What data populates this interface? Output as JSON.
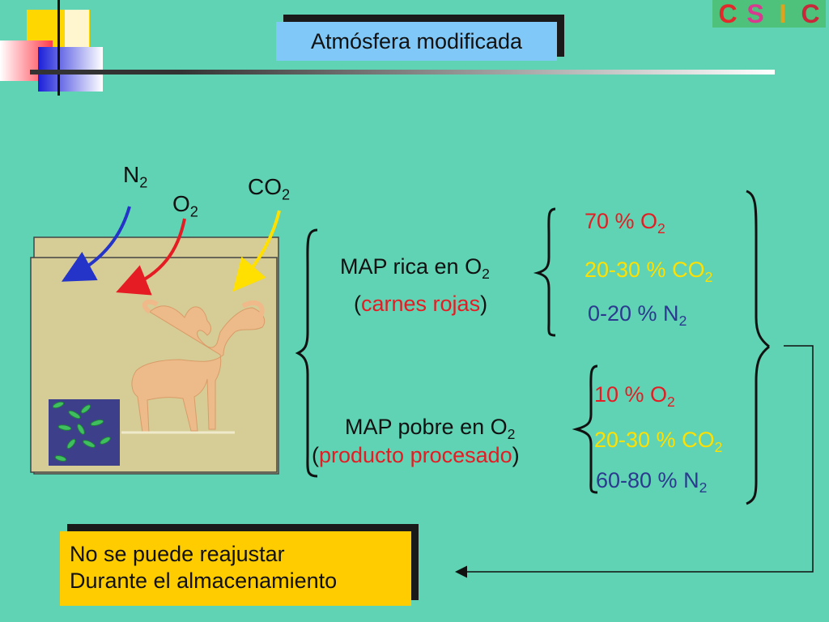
{
  "title": "Atmósfera modificada",
  "gases": {
    "n2": {
      "base": "N",
      "sub": "2"
    },
    "o2": {
      "base": "O",
      "sub": "2"
    },
    "co2": {
      "base": "CO",
      "sub": "2"
    }
  },
  "map_rica": {
    "label_base": "MAP rica en O",
    "label_sub": "2",
    "paren_open": "(",
    "paren_text": "carnes rojas",
    "paren_close": ")",
    "o2": {
      "base": "70 % O",
      "sub": "2"
    },
    "co2": {
      "base": "20-30 % CO",
      "sub": "2"
    },
    "n2": {
      "base": "0-20 % N",
      "sub": "2"
    }
  },
  "map_pobre": {
    "label_base": "MAP pobre en O",
    "label_sub": "2",
    "paren_open": "(",
    "paren_text": "producto procesado",
    "paren_close": ")",
    "o2": {
      "base": "10 % O",
      "sub": "2"
    },
    "co2": {
      "base": "20-30 % CO",
      "sub": "2"
    },
    "n2": {
      "base": "60-80 % N",
      "sub": "2"
    }
  },
  "note": {
    "line1": "No se puede reajustar",
    "line2": "Durante el almacenamiento"
  },
  "logo": [
    "C",
    "S",
    "I",
    "C"
  ],
  "colors": {
    "background": "#5fd3b3",
    "title_box": "#7fc8f8",
    "note_box": "#ffcc00",
    "red": "#e51c23",
    "yellow": "#ffe000",
    "blue": "#2b3a8f"
  }
}
